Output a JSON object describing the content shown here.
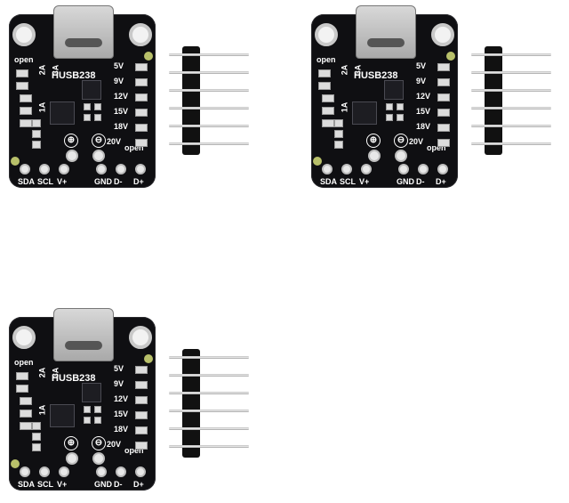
{
  "products": [
    {
      "title": "HUSB238",
      "voltage_labels": [
        "5V",
        "9V",
        "12V",
        "15V",
        "18V",
        "20V"
      ],
      "current_labels": [
        "2A",
        "3A",
        "1A"
      ],
      "open_labels": [
        "open",
        "open"
      ],
      "pin_labels": [
        "SDA",
        "SCL",
        "V+",
        "GND",
        "D-",
        "D+"
      ],
      "symbols": [
        "⊕",
        "⊖"
      ]
    },
    {
      "title": "HUSB238",
      "voltage_labels": [
        "5V",
        "9V",
        "12V",
        "15V",
        "18V",
        "20V"
      ],
      "current_labels": [
        "2A",
        "3A",
        "1A"
      ],
      "open_labels": [
        "open",
        "open"
      ],
      "pin_labels": [
        "SDA",
        "SCL",
        "V+",
        "GND",
        "D-",
        "D+"
      ],
      "symbols": [
        "⊕",
        "⊖"
      ]
    },
    {
      "title": "HUSB238",
      "voltage_labels": [
        "5V",
        "9V",
        "12V",
        "15V",
        "18V",
        "20V"
      ],
      "current_labels": [
        "2A",
        "3A",
        "1A"
      ],
      "open_labels": [
        "open",
        "open"
      ],
      "pin_labels": [
        "SDA",
        "SCL",
        "V+",
        "GND",
        "D-",
        "D+"
      ],
      "symbols": [
        "⊕",
        "⊖"
      ]
    }
  ]
}
